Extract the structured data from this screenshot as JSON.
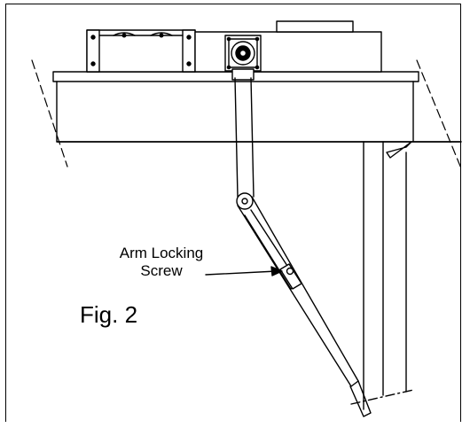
{
  "figure": {
    "label": "Fig. 2",
    "callout": {
      "line1": "Arm Locking",
      "line2": "Screw"
    }
  },
  "colors": {
    "line": "#000000",
    "background": "#ffffff"
  }
}
